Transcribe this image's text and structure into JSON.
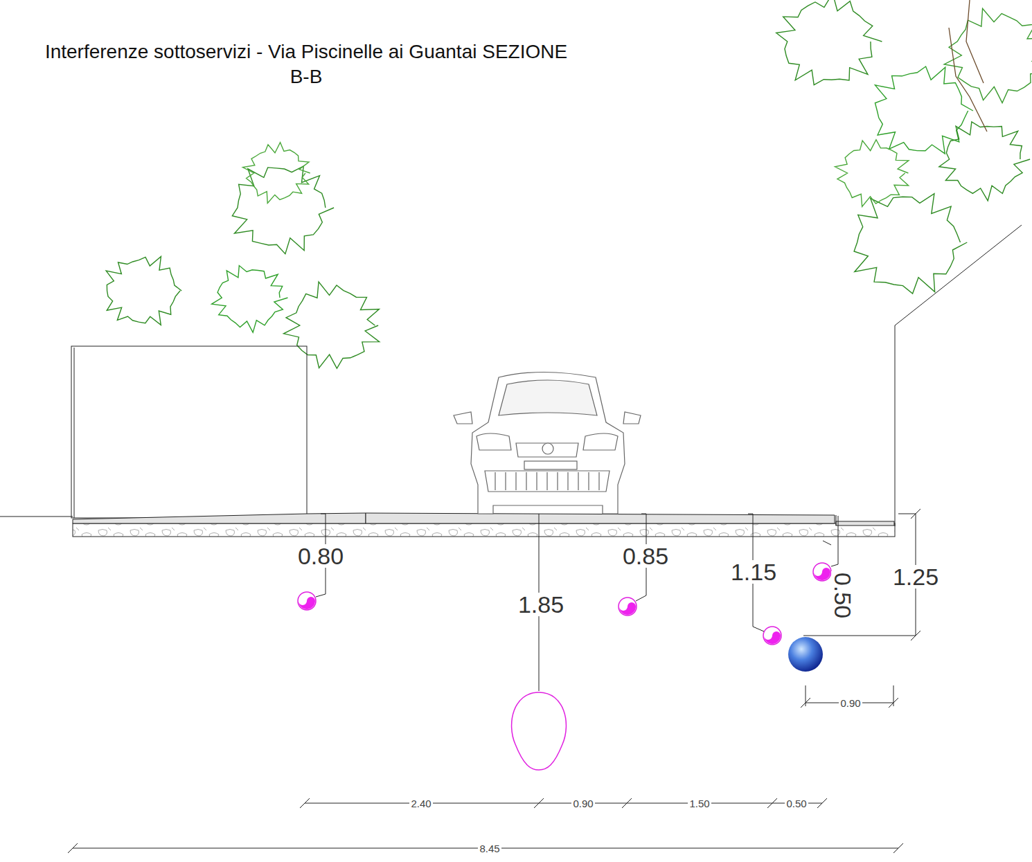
{
  "diagram": {
    "title": "Interferenze sottoservizi - Via Piscinelle ai Guantai SEZIONE B-B",
    "labels": [
      "0.80",
      "0.85",
      "1.15",
      "0.50",
      "1.25",
      "1.85",
      "0.90",
      "2.40",
      "0.90",
      "1.50",
      "0.50",
      "8.45"
    ]
  }
}
